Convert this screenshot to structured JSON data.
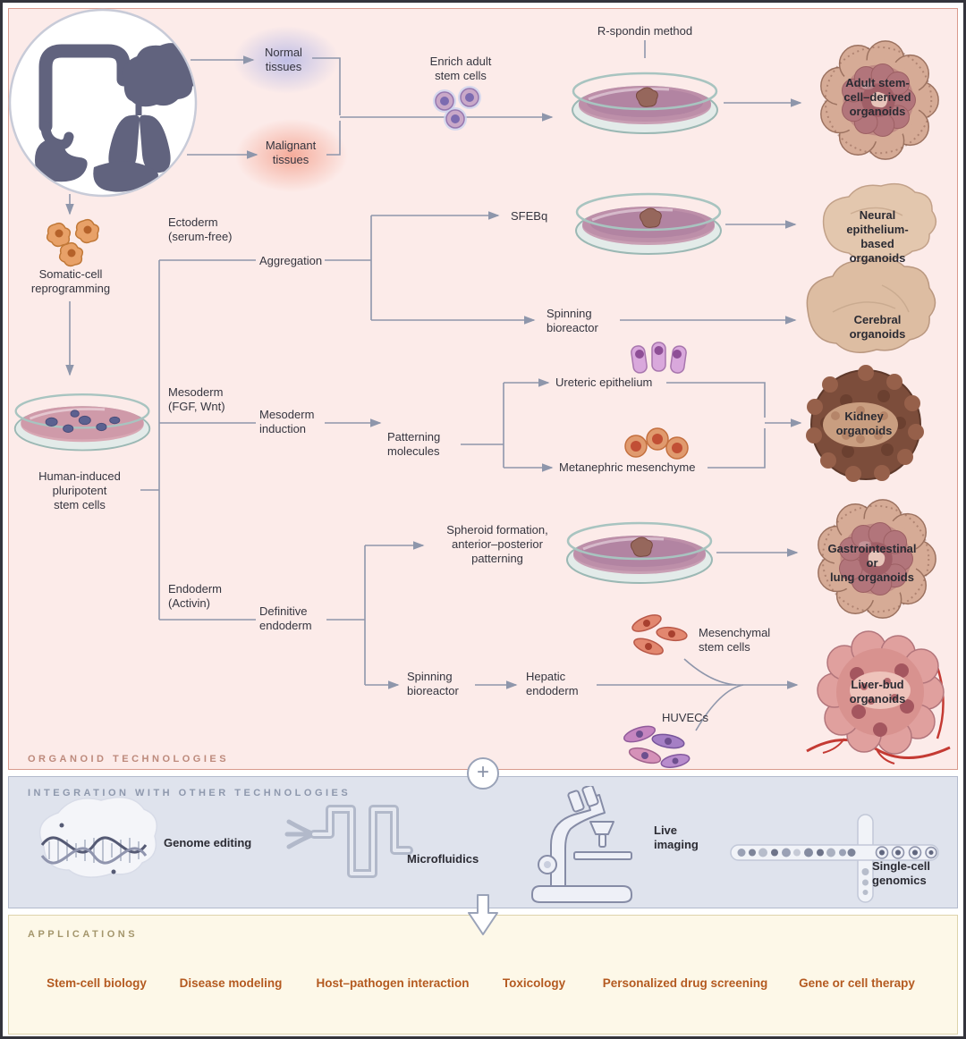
{
  "colors": {
    "organoid_section_bg": "#fcebe9",
    "integration_section_bg": "#dfe3ed",
    "applications_section_bg": "#fdf8e8",
    "application_text": "#b45a20",
    "connector": "#8e96ab",
    "normal_glow": "#6e82e1",
    "malignant_glow": "#ee6c4c"
  },
  "icons": {
    "plus": "+"
  },
  "organoid_section": {
    "label": "ORGANOID TECHNOLOGIES",
    "tissue": {
      "normal": "Normal\ntissues",
      "malignant": "Malignant\ntissues",
      "enrich": "Enrich adult\nstem cells",
      "rspondin_method": "R-spondin method",
      "adult_organoids": "Adult stem-\ncell–derived\norganoids"
    },
    "ipsc": {
      "somatic": "Somatic-cell\nreprogramming",
      "hipsc": "Human-induced\npluripotent\nstem cells"
    },
    "ectoderm": {
      "germ_layer": "Ectoderm\n(serum-free)",
      "aggregation": "Aggregation",
      "sfebq": "SFEBq",
      "neural_organoids": "Neural epithelium-\nbased organoids",
      "spinning_bioreactor": "Spinning\nbioreactor",
      "cerebral_organoids": "Cerebral organoids"
    },
    "mesoderm": {
      "germ_layer": "Mesoderm\n(FGF, Wnt)",
      "induction": "Mesoderm\ninduction",
      "patterning": "Patterning\nmolecules",
      "ureteric": "Ureteric epithelium",
      "metanephric": "Metanephric mesenchyme",
      "kidney_organoids": "Kidney\norganoids"
    },
    "endoderm": {
      "germ_layer": "Endoderm\n(Activin)",
      "definitive": "Definitive\nendoderm",
      "spheroid": "Spheroid formation,\nanterior–posterior\npatterning",
      "gi_organoids": "Gastrointestinal or\nlung organoids",
      "spinning_bioreactor": "Spinning\nbioreactor",
      "hepatic": "Hepatic\nendoderm",
      "msc": "Mesenchymal\nstem cells",
      "huvecs": "HUVECs",
      "liver_organoids": "Liver-bud organoids"
    }
  },
  "integration_section": {
    "label": "INTEGRATION WITH OTHER TECHNOLOGIES",
    "items": [
      {
        "label": "Genome editing"
      },
      {
        "label": "Microfluidics"
      },
      {
        "label": "Live\nimaging"
      },
      {
        "label": "Single-cell\ngenomics"
      }
    ]
  },
  "applications_section": {
    "label": "APPLICATIONS",
    "items": [
      "Stem-cell biology",
      "Disease modeling",
      "Host–pathogen interaction",
      "Toxicology",
      "Personalized drug screening",
      "Gene or cell therapy"
    ]
  }
}
